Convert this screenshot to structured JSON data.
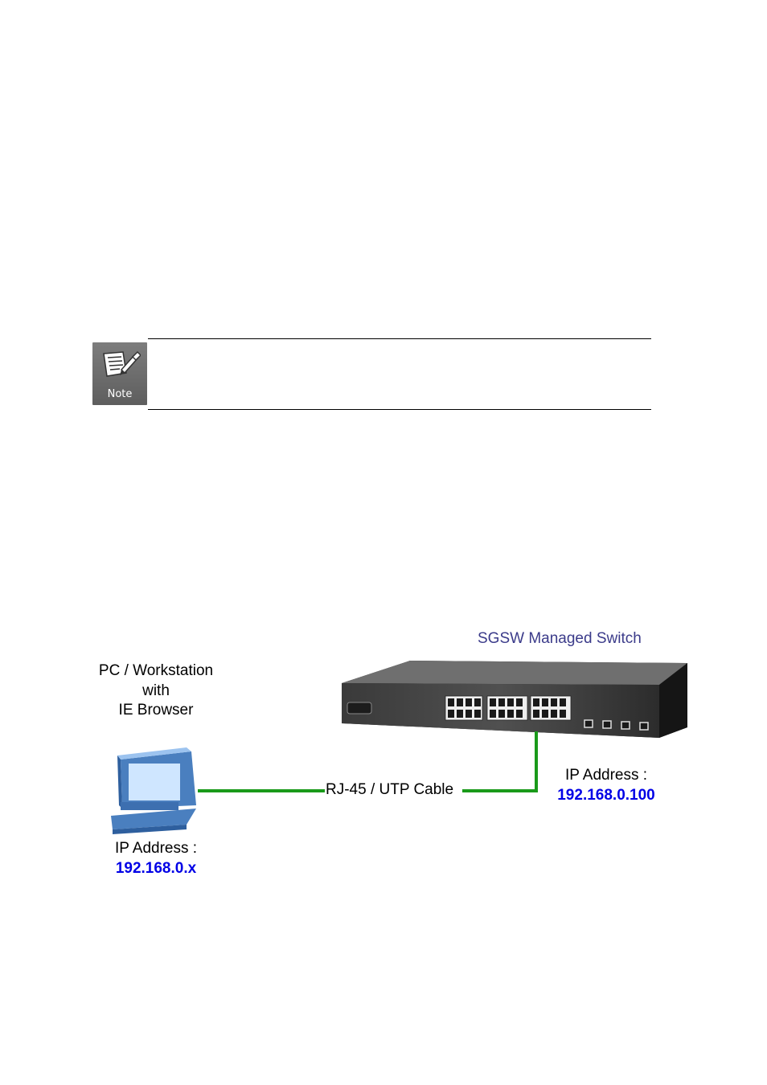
{
  "note": {
    "icon": "note-icon",
    "icon_label": "Note",
    "colors": {
      "icon_bg": "#6e6e6e",
      "icon_fg": "#ffffff"
    }
  },
  "diagram": {
    "switch_title": "SGSW Managed Switch",
    "pc_label_lines": [
      "PC / Workstation",
      "with",
      "IE Browser"
    ],
    "cable_label": "RJ-45 / UTP Cable",
    "switch_ip": {
      "label": "IP Address :",
      "value": "192.168.0.100"
    },
    "pc_ip": {
      "label": "IP Address :",
      "value": "192.168.0.x"
    },
    "colors": {
      "cable": "#1a9a1a",
      "ip_value": "#0000e6",
      "switch_title": "#3b3b8a"
    }
  }
}
